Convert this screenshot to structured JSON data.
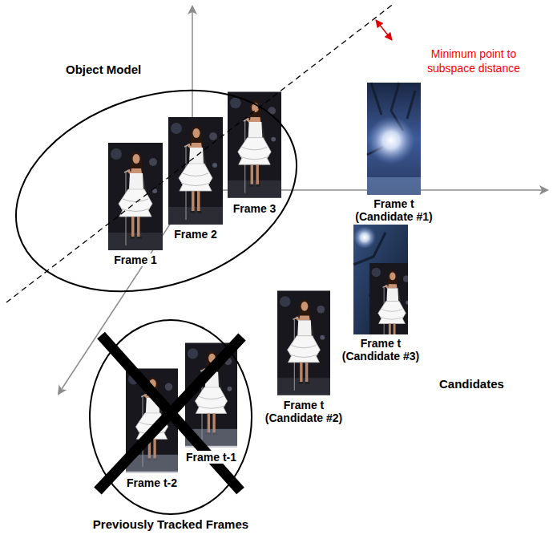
{
  "diagram": {
    "nodes": [
      {
        "text": [
          "Object Model"
        ]
      },
      {
        "text": [
          "Frame 1"
        ],
        "in": 0
      },
      {
        "text": [
          "Frame 2"
        ],
        "in": 0
      },
      {
        "text": [
          "Frame 3"
        ],
        "in": 0
      },
      {
        "text": [
          "Frame t (Candidate #1)"
        ]
      },
      {
        "text": [
          "Frame t (Candidate #3)"
        ]
      },
      {
        "text": [
          "Frame t (Candidate #2)"
        ]
      },
      {
        "text": [
          "Previously Tracked Frames"
        ]
      },
      {
        "text": [
          "Frame t-2"
        ],
        "in": 7
      },
      {
        "text": [
          "Frame t-1"
        ],
        "in": 7
      }
    ],
    "labels": [
      "Minimum point to subspace distance",
      "Candidates"
    ]
  }
}
